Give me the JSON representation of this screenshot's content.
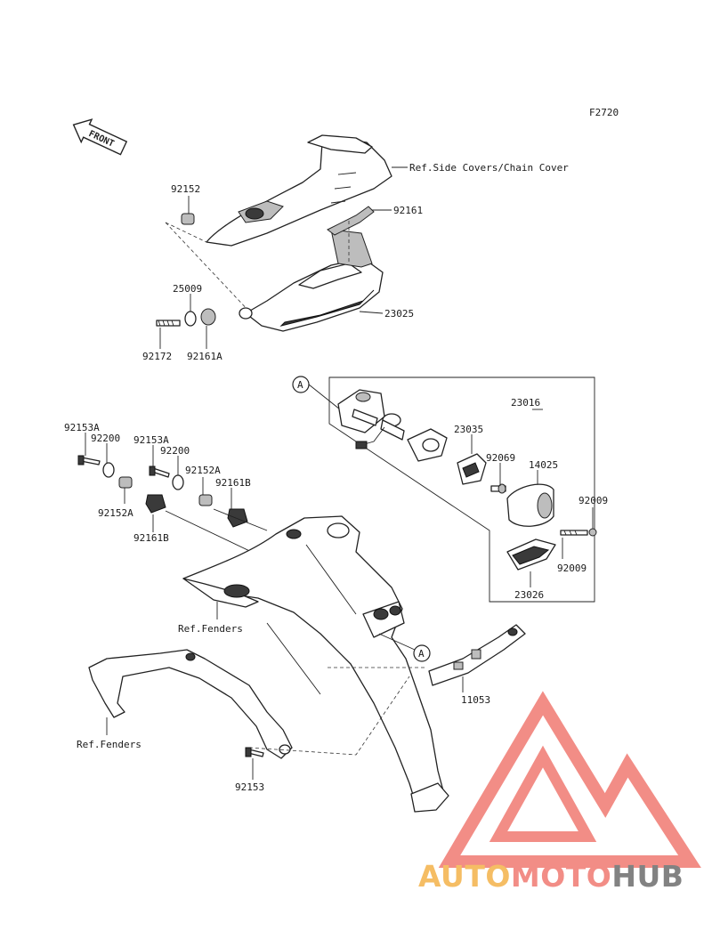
{
  "diagram": {
    "figure_code": "F2720",
    "front_arrow_label": "FRONT",
    "ref_labels": {
      "side_covers": "Ref.Side Covers/Chain Cover",
      "fenders_upper": "Ref.Fenders",
      "fenders_lower": "Ref.Fenders"
    },
    "callout": "A",
    "parts": {
      "p92152": "92152",
      "p92161_top": "92161",
      "p25009": "25009",
      "p23025": "23025",
      "p92172": "92172",
      "p92161A_top": "92161A",
      "p23016": "23016",
      "p23035": "23035",
      "p92069": "92069",
      "p14025": "14025",
      "p92009_a": "92009",
      "p92009_b": "92009",
      "p23026": "23026",
      "p92153A_a": "92153A",
      "p92200_a": "92200",
      "p92153A_b": "92153A",
      "p92200_b": "92200",
      "p92152A_a": "92152A",
      "p92161B_a": "92161B",
      "p92152A_b": "92152A",
      "p92161B_b": "92161B",
      "p11053": "11053",
      "p92153": "92153"
    }
  },
  "watermark": {
    "word_auto": "AUTO",
    "word_moto": "MOTO",
    "word_hub": "HUB",
    "colors": {
      "auto": "#f4b24a",
      "moto": "#f07a72",
      "hub": "#6d6d6d",
      "logo": "#f07a72"
    }
  }
}
